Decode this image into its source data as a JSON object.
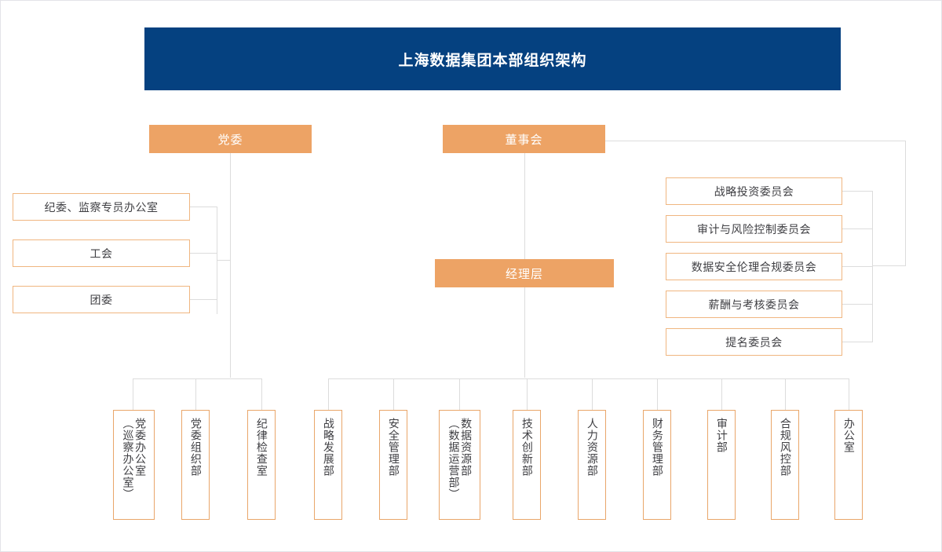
{
  "chart": {
    "type": "org-chart",
    "title": "上海数据集团本部组织架构",
    "colors": {
      "banner": "#054180",
      "node_fill": "#eda365",
      "box_border": "#f0b680",
      "dept_border": "#e9a66a",
      "connector": "#dcdcdc",
      "text_dark": "#3f3f43",
      "text_light": "#ffffff"
    }
  },
  "banner": {
    "title": "上海数据集团本部组织架构"
  },
  "nodes": {
    "party_committee": "党委",
    "board_of_directors": "董事会",
    "management": "经理层"
  },
  "party_offices": [
    {
      "label": "纪委、监察专员办公室"
    },
    {
      "label": "工会"
    },
    {
      "label": "团委"
    }
  ],
  "board_committees": [
    {
      "label": "战略投资委员会"
    },
    {
      "label": "审计与风险控制委员会"
    },
    {
      "label": "数据安全伦理合规委员会"
    },
    {
      "label": "薪酬与考核委员会"
    },
    {
      "label": "提名委员会"
    }
  ],
  "party_departments": [
    {
      "main": "党委办公室",
      "sub": "（巡察办公室）"
    },
    {
      "main": "党委组织部",
      "sub": ""
    },
    {
      "main": "纪律检查室",
      "sub": ""
    }
  ],
  "management_departments": [
    {
      "main": "战略发展部",
      "sub": ""
    },
    {
      "main": "安全管理部",
      "sub": ""
    },
    {
      "main": "数据资源部",
      "sub": "（数据运营部）"
    },
    {
      "main": "技术创新部",
      "sub": ""
    },
    {
      "main": "人力资源部",
      "sub": ""
    },
    {
      "main": "财务管理部",
      "sub": ""
    },
    {
      "main": "审计部",
      "sub": ""
    },
    {
      "main": "合规风控部",
      "sub": ""
    },
    {
      "main": "办公室",
      "sub": ""
    }
  ]
}
